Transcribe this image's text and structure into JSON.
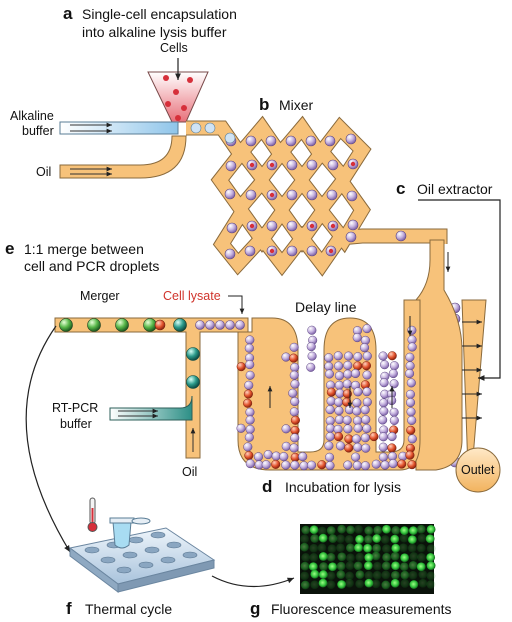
{
  "panels": {
    "a": {
      "letter": "a",
      "title_line1": "Single-cell encapsulation",
      "title_line2": "into alkaline lysis buffer"
    },
    "b": {
      "letter": "b",
      "title": "Mixer"
    },
    "c": {
      "letter": "c",
      "title": "Oil extractor"
    },
    "d": {
      "letter": "d",
      "title": "Incubation for lysis"
    },
    "e": {
      "letter": "e",
      "title_line1": "1:1 merge between",
      "title_line2": "cell and PCR droplets"
    },
    "f": {
      "letter": "f",
      "title": "Thermal cycle"
    },
    "g": {
      "letter": "g",
      "title": "Fluorescence measurements"
    }
  },
  "labels": {
    "cells": "Cells",
    "alkaline_line1": "Alkaline",
    "alkaline_line2": "buffer",
    "oil_top": "Oil",
    "merger": "Merger",
    "cell_lysate": "Cell lysate",
    "delay_line": "Delay line",
    "rtpcr_line1": "RT-PCR",
    "rtpcr_line2": "buffer",
    "oil_bottom": "Oil",
    "outlet": "Outlet"
  },
  "colors": {
    "channel": "#f7c27a",
    "channel_edge": "#8a6a3c",
    "droplet": "#b8a2d6",
    "lysate": "#e2522c",
    "cell": "#d62f3a",
    "merged": "#2f9d8e",
    "pcr_green": "#4caf50",
    "buffer_blue": "#9fcce8",
    "fluor_green": "#39d24a",
    "plate": "#c9dcef"
  }
}
